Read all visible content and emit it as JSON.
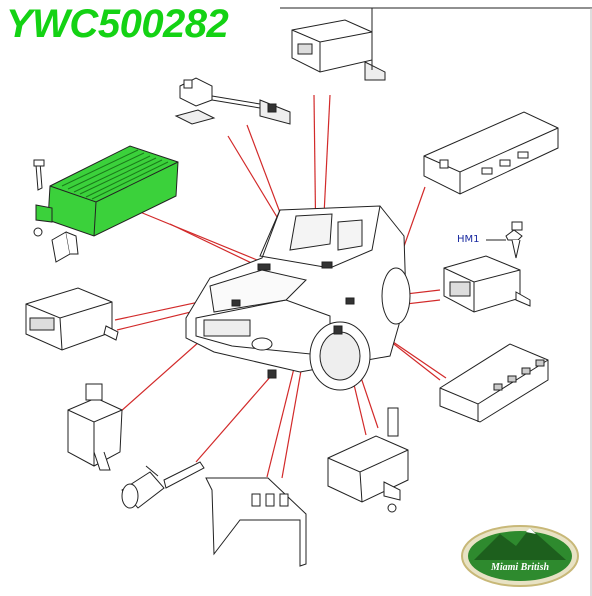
{
  "part_number": "YWC500282",
  "diagram": {
    "callout_label": "HM1",
    "colors": {
      "part_number_text": "#14d214",
      "leader_lines": "#d22a2a",
      "highlighted_module": "#3bd13b",
      "drawing_lines": "#222222",
      "callout_text": "#1a2aa0",
      "logo_background": "#2e8a2e"
    }
  },
  "brand": {
    "logo_text": "Miami British"
  }
}
